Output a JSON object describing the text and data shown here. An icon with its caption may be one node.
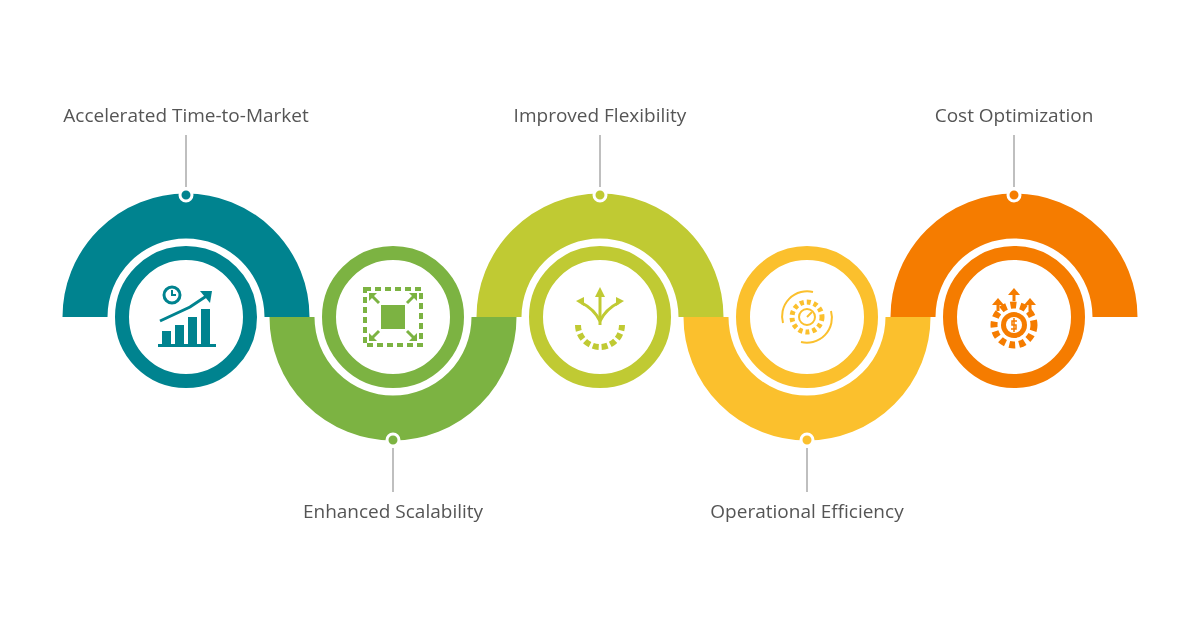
{
  "diagram": {
    "nodes": [
      {
        "text": [
          "Accelerated Time-to-Market"
        ]
      },
      {
        "text": [
          "Enhanced Scalability"
        ]
      },
      {
        "text": [
          "Improved Flexibility"
        ]
      },
      {
        "text": [
          "Operational Efficiency"
        ]
      },
      {
        "text": [
          "Cost Optimization"
        ]
      },
      {
        "text": [],
        "shape": "circle"
      },
      {
        "text": [],
        "shape": "circle"
      },
      {
        "text": [],
        "shape": "circle"
      },
      {
        "text": [],
        "shape": "circle"
      },
      {
        "text": [],
        "shape": "circle"
      }
    ],
    "edges": [
      {
        "from": 0,
        "to": 5,
        "arrow": "none"
      },
      {
        "from": 1,
        "to": 6,
        "arrow": "none"
      },
      {
        "from": 2,
        "to": 7,
        "arrow": "none"
      },
      {
        "from": 3,
        "to": 8,
        "arrow": "none"
      },
      {
        "from": 4,
        "to": 9,
        "arrow": "none"
      }
    ]
  }
}
